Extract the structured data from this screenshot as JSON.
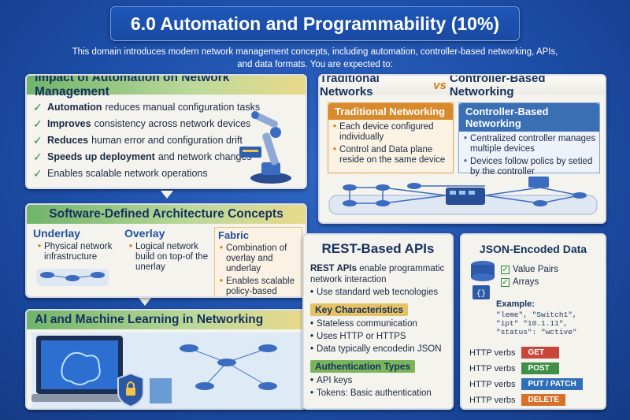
{
  "header": {
    "title": "6.0 Automation and Programmability (10%)",
    "intro_line1": "This domain introduces modern network management concepts, including automation, controller-based networking, APIs,",
    "intro_line2": "and data formats. You are expected to:"
  },
  "automation_panel": {
    "title": "Impact of Automation on Network Management",
    "items": [
      {
        "bold": "Automation",
        "rest": "reduces manual configuration tasks"
      },
      {
        "bold": "Improves",
        "rest": "consistency across network devices"
      },
      {
        "bold": "Reduces",
        "rest": "human error and configuration drift"
      },
      {
        "bold": "Speeds up deployment",
        "rest": "and network changes"
      },
      {
        "bold": "",
        "rest": "Enables scalable network operations"
      }
    ]
  },
  "controller_panel": {
    "title_part1": "Traditional Networks",
    "title_vs": "vs",
    "title_part2": "Controller-Based Networking",
    "traditional": {
      "label": "Traditional Networking",
      "bullet1": "Each device configured individually",
      "bullet2": "Control and Data plane reside on the same device"
    },
    "controller": {
      "label": "Controller-Based Networking",
      "bullet1": "Centralized controller manages multiple devices",
      "bullet2": "Devices follow polics by setied by the controller"
    }
  },
  "sda_panel": {
    "title": "Software-Defined Architecture Concepts",
    "underlay": {
      "label": "Underlay",
      "text": "Physical network infrastructure"
    },
    "overlay": {
      "label": "Overlay",
      "text": "Logical network build on top-of the unerlay"
    },
    "fabric": {
      "label": "Fabric",
      "text1": "Combination of overlay and underlay",
      "text2": "Enables scalable policy-based"
    }
  },
  "ai_panel": {
    "title": "AI and Machine Learning in Networking"
  },
  "rest_panel": {
    "title": "REST-Based APIs",
    "intro_bold": "REST APIs",
    "intro_rest": "enable programmatic network interaction",
    "bullet1": "Use standard web tecnologies",
    "key_label": "Key Characteristics",
    "key_items": [
      "Stateless communication",
      "Uses HTTP or HTTPS",
      "Data typically encodedin JSON"
    ],
    "auth_label": "Authentication Types",
    "auth_items": [
      "API keys",
      "Tokens: Basic authentication"
    ]
  },
  "json_panel": {
    "title": "JSON-Encoded Data",
    "check1": "Value Pairs",
    "check2": "Arrays",
    "example_label": "Example:",
    "example_line1": "\"leme\", \"Switch1\",",
    "example_line2": "\"ipt\"  \"10.1.11\",",
    "example_line3": "\"status\": \"wctive\"",
    "verbs": [
      {
        "prefix": "HTTP verbs",
        "verb": "GET",
        "color": "#c9473a"
      },
      {
        "prefix": "HTTP verbs",
        "verb": "POST",
        "color": "#3f8f46"
      },
      {
        "prefix": "HTTP verbs",
        "verb": "PUT / PATCH",
        "color": "#2f6fb8"
      },
      {
        "prefix": "HTTP verbs",
        "verb": "DELETE",
        "color": "#d8702a"
      }
    ]
  },
  "colors": {
    "background": "#1d4ea8",
    "panel": "#f4f3ee",
    "traditional_orange": "#d98a2c",
    "controller_blue": "#3b6fb3",
    "key_green": "#7ab55c"
  }
}
